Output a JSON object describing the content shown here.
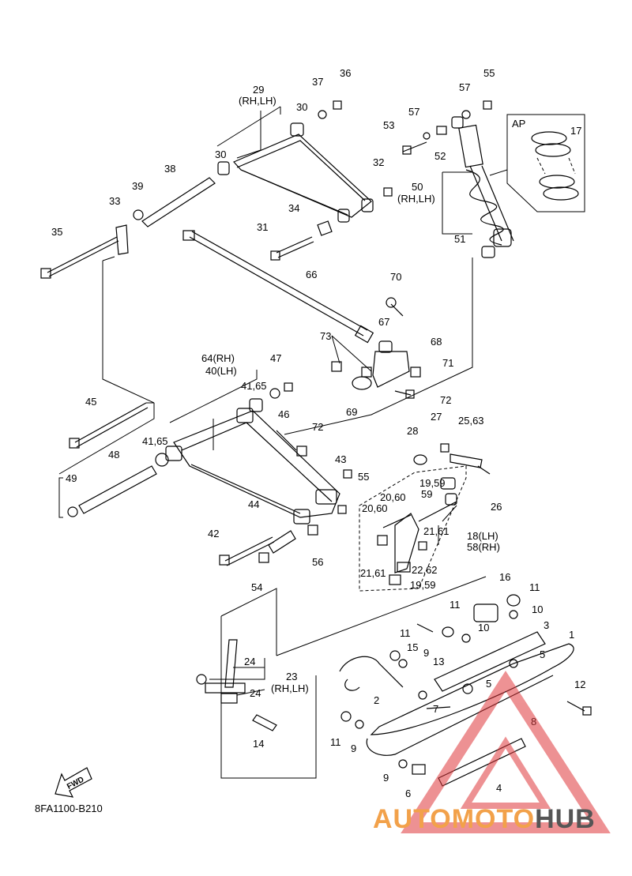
{
  "diagram": {
    "inset_label": "AP",
    "doc_id": "8FA1100-B210",
    "fwd_label": "FWD",
    "watermark": {
      "part1": "AUTOMOTO",
      "part2": "HUB"
    },
    "callouts": [
      "36",
      "37",
      "29",
      "(RH,LH)",
      "30",
      "57",
      "55",
      "53",
      "57",
      "52",
      "AP",
      "17",
      "30",
      "32",
      "38",
      "39",
      "33",
      "50",
      "(RH,LH)",
      "34",
      "35",
      "31",
      "51",
      "66",
      "70",
      "67",
      "68",
      "73",
      "71",
      "64(RH)",
      "40(LH)",
      "47",
      "41,65",
      "46",
      "69",
      "72",
      "45",
      "27",
      "25,63",
      "72",
      "41,65",
      "28",
      "48",
      "43",
      "55",
      "49",
      "19,59",
      "20,60",
      "59",
      "20,60",
      "26",
      "44",
      "21,61",
      "18(LH)",
      "58(RH)",
      "42",
      "56",
      "54",
      "21,61",
      "22,62",
      "19,59",
      "16",
      "11",
      "11",
      "10",
      "15",
      "10",
      "1",
      "3",
      "11",
      "9",
      "13",
      "5",
      "24",
      "23",
      "(RH,LH)",
      "5",
      "12",
      "24",
      "2",
      "7",
      "8",
      "14",
      "11",
      "9",
      "4",
      "9",
      "6"
    ]
  }
}
